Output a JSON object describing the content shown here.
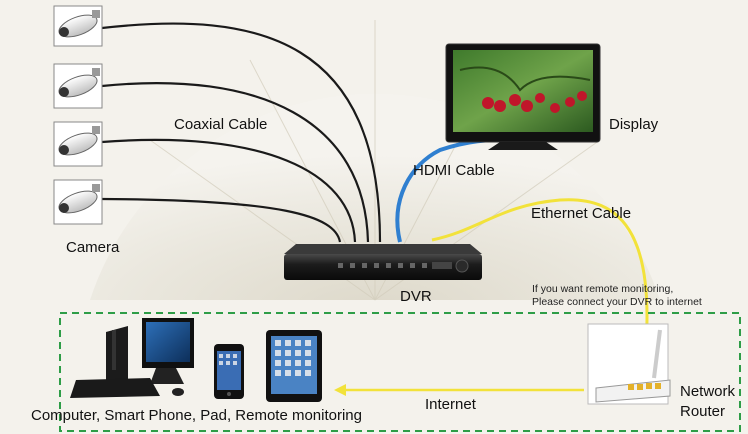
{
  "labels": {
    "coaxial_cable": "Coaxial Cable",
    "camera": "Camera",
    "hdmi_cable": "HDMI Cable",
    "display": "Display",
    "ethernet_cable": "Ethernet Cable",
    "dvr": "DVR",
    "remote_note_line1": "If you want remote monitoring,",
    "remote_note_line2": "Please connect your DVR to internet",
    "internet": "Internet",
    "devices": "Computer, Smart Phone, Pad, Remote monitoring",
    "network_router_line1": "Network",
    "network_router_line2": "Router"
  },
  "colors": {
    "coax_cable": "#1a1a1a",
    "hdmi_cable": "#2f7fd0",
    "ethernet_cable": "#f2e23a",
    "internet_arrow": "#f2e23a",
    "dashed_border": "#2e9d47",
    "background": "#f3f1ea"
  },
  "icons": {
    "camera": "bullet-camera-icon",
    "dvr": "dvr-recorder-icon",
    "display": "tv-display-icon",
    "computer": "desktop-computer-icon",
    "phone": "smartphone-icon",
    "tablet": "tablet-icon",
    "router": "wifi-router-icon"
  }
}
